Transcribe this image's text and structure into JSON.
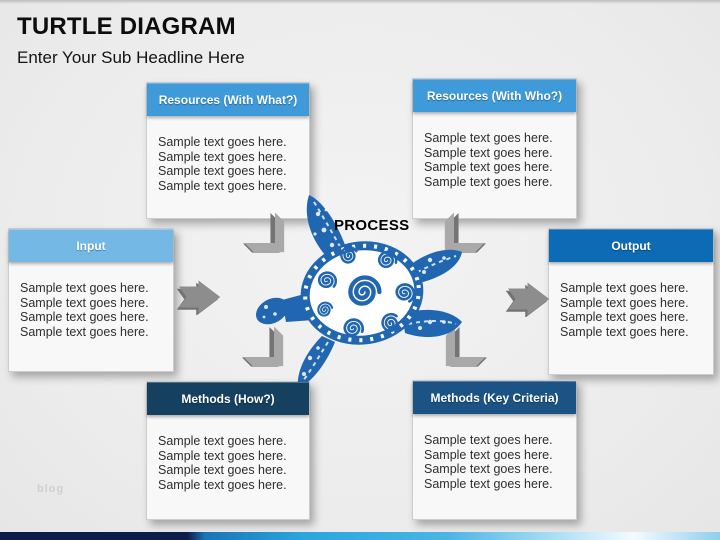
{
  "slide": {
    "title": "TURTLE DIAGRAM",
    "subtitle": "Enter Your Sub Headline Here",
    "process_label": "PROCESS",
    "watermark": "blog"
  },
  "boxes": {
    "resources_what": {
      "label": "Resources (With What?)",
      "header_color": "#3e9ad9",
      "lines": [
        "Sample text goes here.",
        "Sample text goes here.",
        "Sample text goes here.",
        "Sample text goes here."
      ]
    },
    "resources_who": {
      "label": "Resources (With Who?)",
      "header_color": "#3e9ad9",
      "lines": [
        "Sample text goes here.",
        "Sample text goes here.",
        "Sample text goes here.",
        "Sample text goes here."
      ]
    },
    "input": {
      "label": "Input",
      "header_color": "#74b8e6",
      "lines": [
        "Sample text goes here.",
        "Sample text goes here.",
        "Sample text goes here.",
        "Sample text goes here."
      ]
    },
    "output": {
      "label": "Output",
      "header_color": "#0d6ab5",
      "lines": [
        "Sample text goes here.",
        "Sample text goes here.",
        "Sample text goes here.",
        "Sample text goes here."
      ]
    },
    "methods_how": {
      "label": "Methods (How?)",
      "header_color": "#16405f",
      "lines": [
        "Sample text goes here.",
        "Sample text goes here.",
        "Sample text goes here.",
        "Sample text goes here."
      ]
    },
    "methods_key": {
      "label": "Methods (Key Criteria)",
      "header_color": "#1a5384",
      "lines": [
        "Sample text goes here.",
        "Sample text goes here.",
        "Sample text goes here.",
        "Sample text goes here."
      ]
    }
  },
  "colors": {
    "background": "#ececec",
    "turtle_blue": "#2166b0",
    "arrow_gray_light": "#a9a9a9",
    "arrow_gray_mid": "#8d8d8d",
    "arrow_gray_dark": "#737373",
    "bar_navy": "#0d1d49",
    "bar_blue": "#2aa6de"
  }
}
